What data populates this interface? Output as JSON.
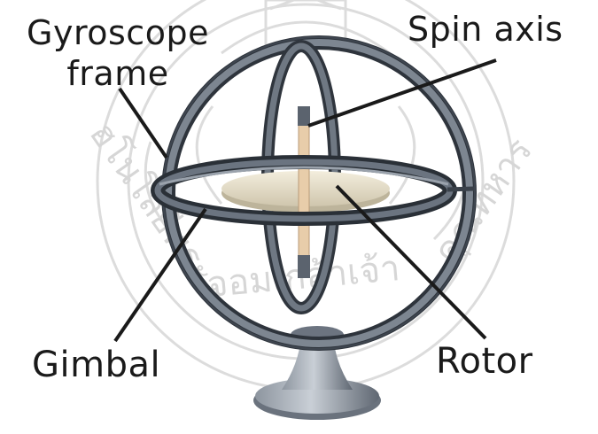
{
  "labels": {
    "gyroscope_frame_line1": "Gyroscope",
    "gyroscope_frame_line2": "frame",
    "spin_axis": "Spin axis",
    "gimbal": "Gimbal",
    "rotor": "Rotor"
  },
  "colors": {
    "metal_dark": "#3c4450",
    "metal_mid": "#6e7784",
    "metal_light": "#b7bec7",
    "rotor_disc": "#e9e2cf",
    "spindle": "#e6c9a8",
    "watermark": "#d9d9d9",
    "leader": "#1a1a1a"
  },
  "watermark": {
    "seal": "university-seal-watermark"
  }
}
